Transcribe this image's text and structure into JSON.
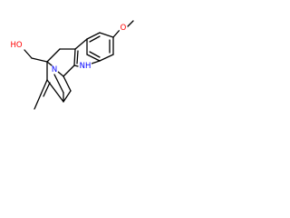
{
  "atoms": {
    "oxygen_methoxy": {
      "label": "O",
      "color": "#ff0000"
    },
    "hydroxyl": {
      "label": "HO",
      "color": "#ff0000"
    },
    "indole_nh": {
      "label": "NH",
      "color": "#0000ff"
    },
    "amine_n": {
      "label": "N",
      "color": "#0000ff"
    }
  }
}
